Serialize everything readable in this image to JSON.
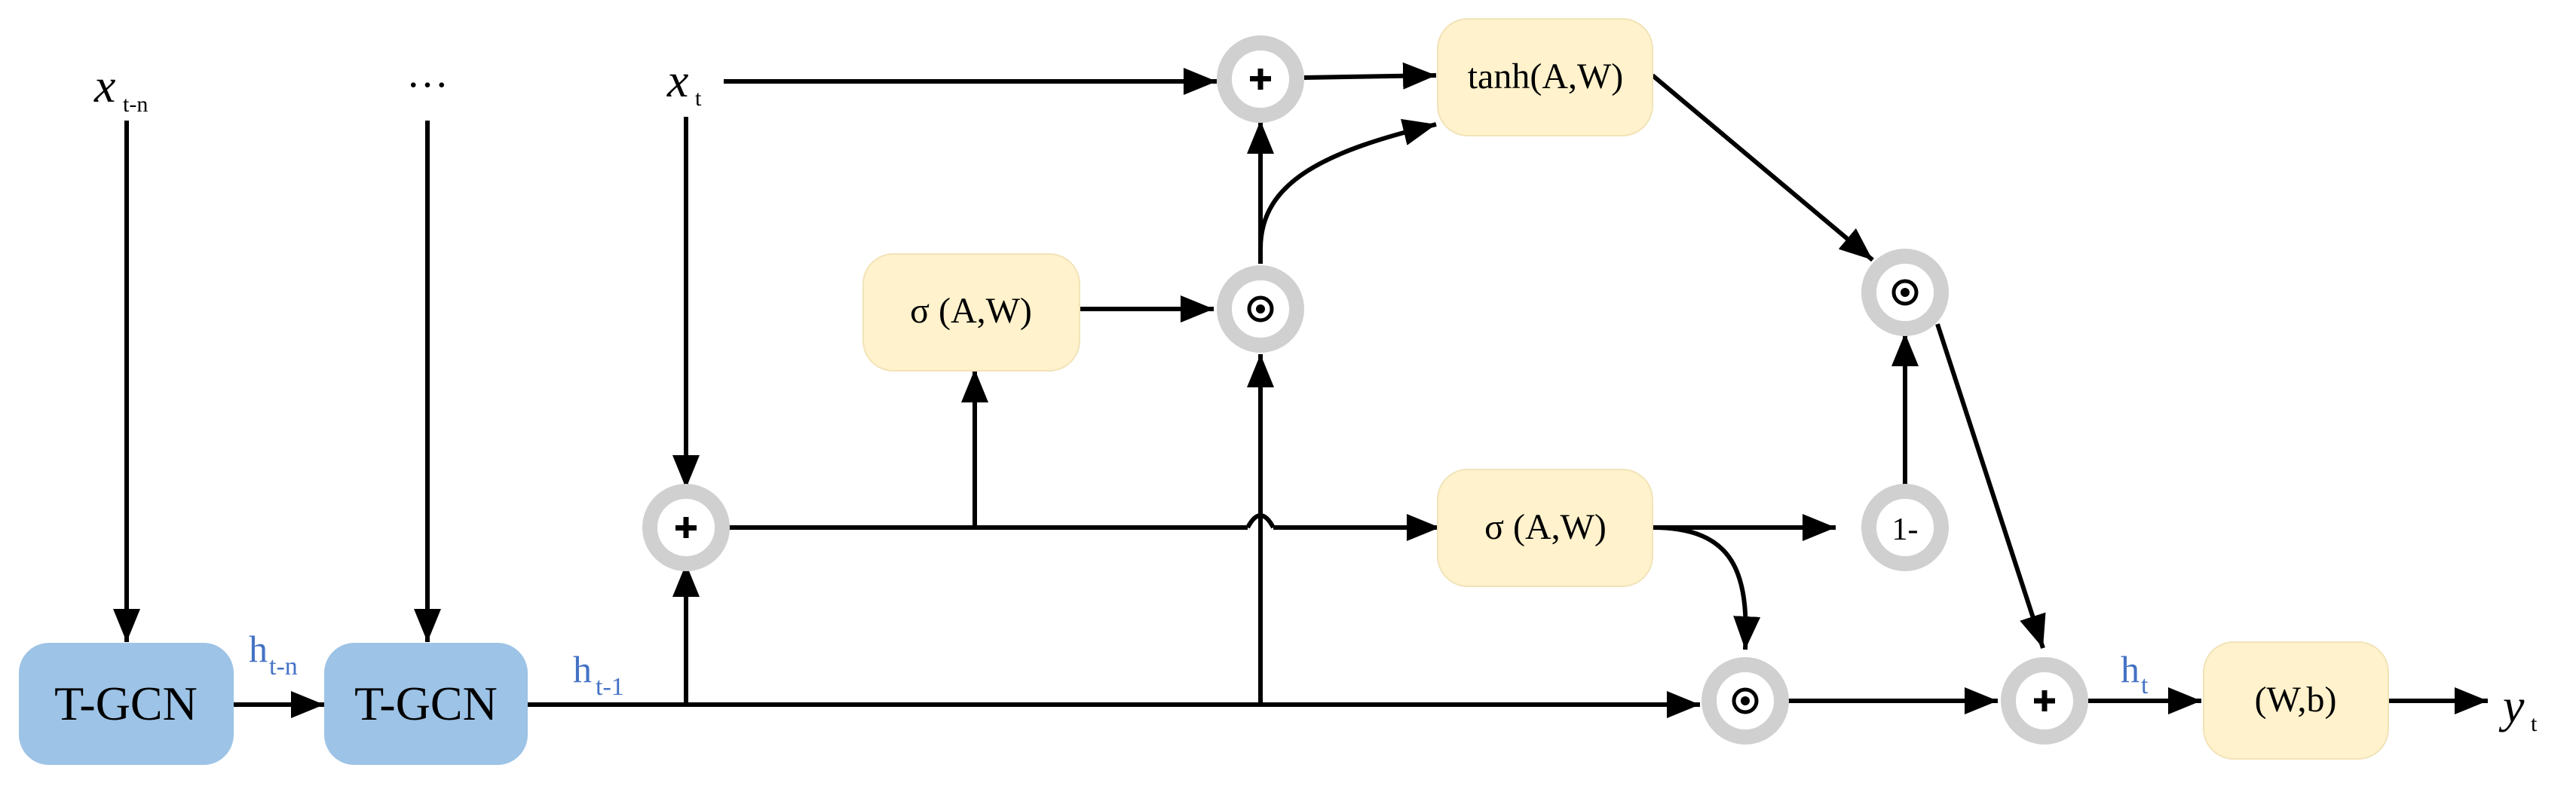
{
  "labels": {
    "tgcn_1": "T-GCN",
    "tgcn_2": "T-GCN",
    "input_prev_main": "x",
    "input_prev_sub": "t-n",
    "input_ellipsis": "…",
    "input_current_main": "x",
    "input_current_sub": "t",
    "hidden_prev_main": "h",
    "hidden_prev_sub": "t-n",
    "hidden_last_main": "h",
    "hidden_last_sub": "t-1",
    "hidden_current_main": "h",
    "hidden_current_sub": "t",
    "output_main": "y",
    "output_sub": "t",
    "reset_gate": "σ (A,W)",
    "update_gate": "σ (A,W)",
    "candidate": "tanh(A,W)",
    "output_layer": "(W,b)",
    "one_minus": "1-"
  },
  "colors": {
    "tgcn_fill": "#9dc3e6",
    "gate_fill": "#fff2cc",
    "node_ring": "#d0d0d0",
    "hidden_label": "#4472c4"
  },
  "operators": {
    "add": "plus",
    "hadamard": "dot"
  }
}
